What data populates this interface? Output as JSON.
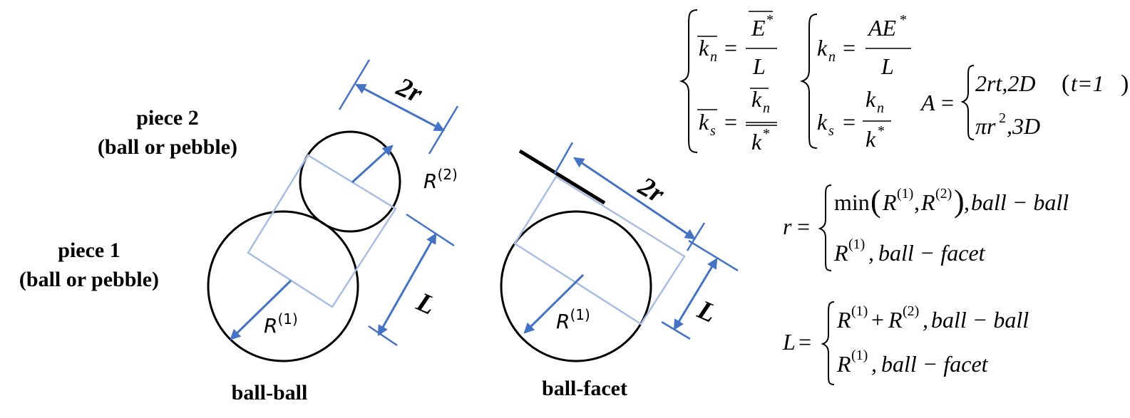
{
  "labels": {
    "piece2_line1": "piece 2",
    "piece2_line2": "(ball or pebble)",
    "piece1_line1": "piece 1",
    "piece1_line2": "(ball or pebble)",
    "ball_ball": "ball-ball",
    "ball_facet": "ball-facet",
    "dim_2r": "2r",
    "dim_L": "L",
    "radius_1": "(1)",
    "radius_2": "(2)"
  },
  "equations": {
    "normalized_group": {
      "kn_num": "E",
      "kn_den": "L",
      "ks_num": "k",
      "ks_den": "k"
    },
    "stiffness_group": {
      "kn_num": "AE",
      "kn_den": "L",
      "ks_num": "k",
      "ks_den": "k"
    },
    "area": {
      "case_2d": "2rt,2D",
      "case_2d_paren": "t=1",
      "case_3d": ",3D"
    },
    "r_def": {
      "case1_fn": "min",
      "case1_suffix": "ball − ball",
      "case2_suffix": "ball − facet"
    },
    "L_def": {
      "case1_suffix": "ball − ball",
      "case2_suffix": "ball − facet"
    }
  },
  "colors": {
    "arrow_blue": "#4472c4",
    "light_blue": "#a7bde4",
    "black": "#000000"
  }
}
